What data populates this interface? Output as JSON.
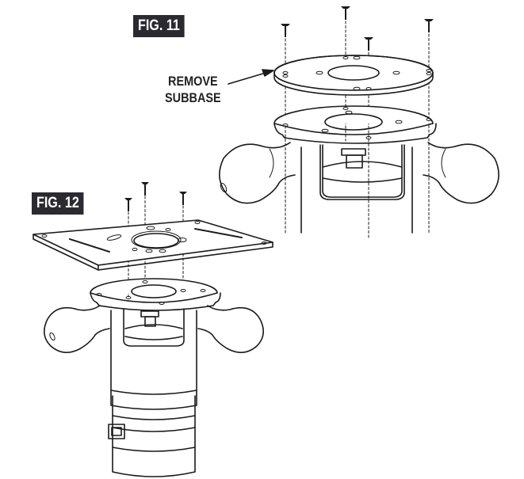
{
  "figures": [
    {
      "label": "FIG. 11",
      "description": "Router with round subbase being removed; four screws above subbase"
    },
    {
      "label": "FIG. 12",
      "description": "Router with rectangular router table plate; three screws above plate"
    }
  ],
  "callout": {
    "line1": "REMOVE",
    "line2": "SUBBASE"
  },
  "colors": {
    "label_bg": "#2a2a30",
    "label_text": "#ffffff",
    "line": "#1a1a1a"
  }
}
